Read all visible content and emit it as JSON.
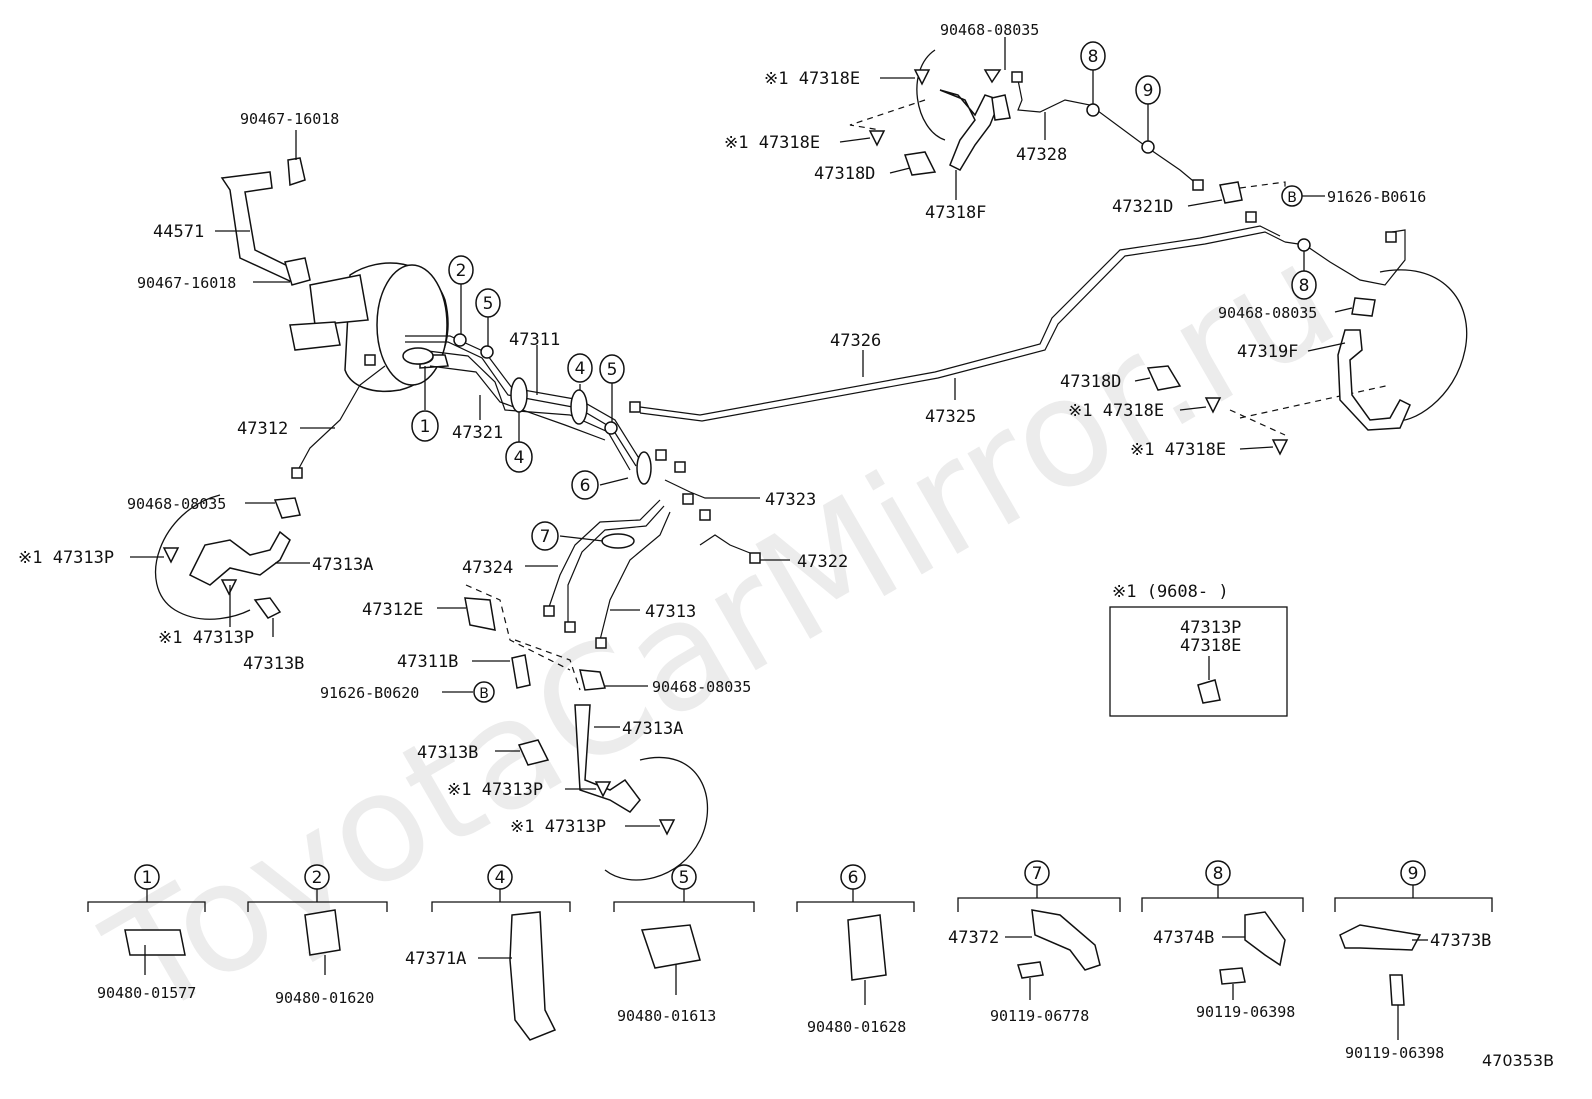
{
  "watermark": "ToyotaCarMirror.ru",
  "diagram_code": "470353B",
  "note": {
    "title": "※1 (9608-        )",
    "parts": [
      "47313P",
      "47318E"
    ]
  },
  "labels": {
    "p90467_16018_top": "90467-16018",
    "p44571": "44571",
    "p90467_16018_mid": "90467-16018",
    "p47312": "47312",
    "p47321": "47321",
    "p47311": "47311",
    "p47326": "47326",
    "p47325": "47325",
    "p47323": "47323",
    "p47322": "47322",
    "p47324": "47324",
    "p47313": "47313",
    "p47312E": "47312E",
    "p47311B": "47311B",
    "p91626_B0620": "91626-B0620",
    "p90468_08035_c": "90468-08035",
    "p47313A_c": "47313A",
    "p47313B_c": "47313B",
    "p47313P_c1": "※1 47313P",
    "p47313P_c2": "※1 47313P",
    "p90468_08035_l": "90468-08035",
    "p47313P_l1": "※1 47313P",
    "p47313A_l": "47313A",
    "p47313P_l2": "※1 47313P",
    "p47313B_l": "47313B",
    "p90468_08035_t": "90468-08035",
    "p47318E_t1": "※1 47318E",
    "p47318E_t2": "※1 47318E",
    "p47318D_t": "47318D",
    "p47318F": "47318F",
    "p47328": "47328",
    "p47321D": "47321D",
    "p91626_B0616": "91626-B0616",
    "p90468_08035_r": "90468-08035",
    "p47319F": "47319F",
    "p47318D_r": "47318D",
    "p47318E_r1": "※1 47318E",
    "p47318E_r2": "※1 47318E",
    "circle_B": "B"
  },
  "callouts": [
    "1",
    "2",
    "4",
    "4",
    "5",
    "5",
    "6",
    "7",
    "8",
    "8",
    "9"
  ],
  "clamp_details": [
    {
      "num": "1",
      "part": "90480-01577"
    },
    {
      "num": "2",
      "part": "90480-01620"
    },
    {
      "num": "4",
      "part": "47371A"
    },
    {
      "num": "5",
      "part": "90480-01613"
    },
    {
      "num": "6",
      "part": "90480-01628"
    },
    {
      "num": "7",
      "part": "47372",
      "bolt": "90119-06778"
    },
    {
      "num": "8",
      "part": "47374B",
      "bolt": "90119-06398"
    },
    {
      "num": "9",
      "part": "47373B",
      "bolt": "90119-06398"
    }
  ]
}
